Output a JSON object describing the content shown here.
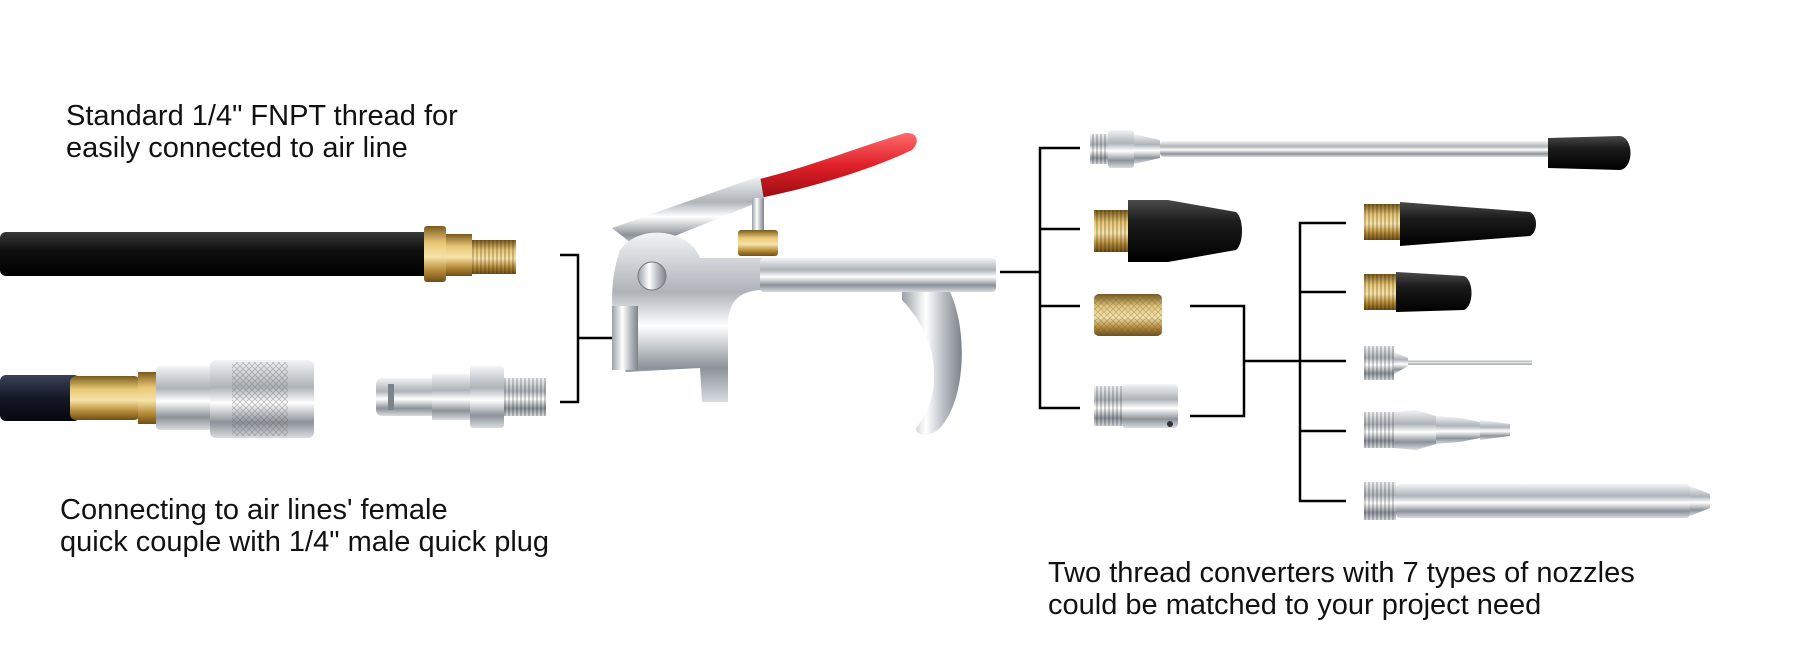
{
  "captions": {
    "fnpt": [
      "Standard 1/4\" FNPT thread for",
      "easily connected to air line"
    ],
    "quick_plug": [
      "Connecting to air lines' female",
      "quick couple with 1/4\" male quick plug"
    ],
    "nozzles": [
      "Two thread converters with 7 types of nozzles",
      "could be matched to your project need"
    ]
  },
  "colors": {
    "hose": "#151515",
    "brass": "#c9a24a",
    "chrome": "#c8ccd1",
    "lever_red": "#e0202a",
    "rubber_tip": "#1a1a1a",
    "connector_line": "#000000"
  }
}
